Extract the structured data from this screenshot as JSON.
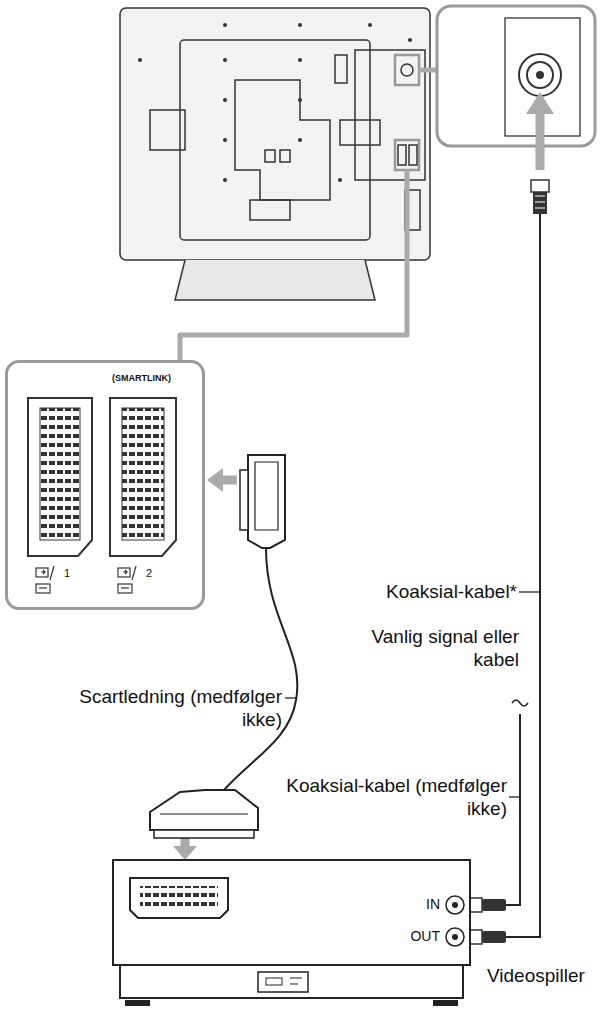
{
  "diagram": {
    "nodes": [
      {
        "text": [
          "(SMARTLINK)",
          "1",
          "2"
        ]
      },
      {
        "text": [
          "IN",
          "OUT",
          "Videospiller"
        ]
      }
    ],
    "edges": [
      {
        "from": 1,
        "to": 0,
        "arrow": "both",
        "label": "Scartledning (medfølger ikke)"
      }
    ],
    "labels": [
      "Koaksial-kabel*",
      "Vanlig signal eller kabel",
      "Koaksial-kabel (medfølger ikke)"
    ]
  }
}
